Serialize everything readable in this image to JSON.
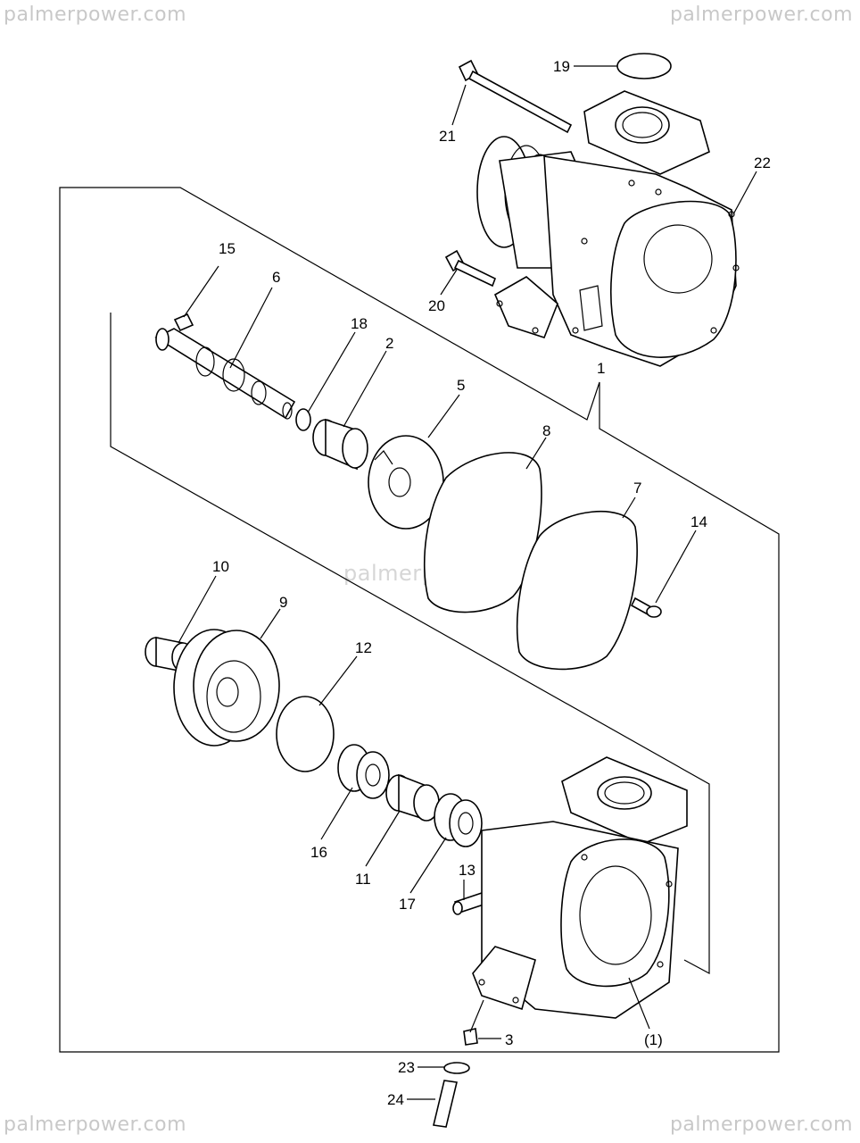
{
  "watermark": "palmerpower.com",
  "callouts": [
    {
      "id": "c19",
      "label": "19"
    },
    {
      "id": "c21",
      "label": "21"
    },
    {
      "id": "c22",
      "label": "22"
    },
    {
      "id": "c15",
      "label": "15"
    },
    {
      "id": "c6",
      "label": "6"
    },
    {
      "id": "c18",
      "label": "18"
    },
    {
      "id": "c2",
      "label": "2"
    },
    {
      "id": "c20",
      "label": "20"
    },
    {
      "id": "c1",
      "label": "1"
    },
    {
      "id": "c5",
      "label": "5"
    },
    {
      "id": "c8",
      "label": "8"
    },
    {
      "id": "c7",
      "label": "7"
    },
    {
      "id": "c14",
      "label": "14"
    },
    {
      "id": "c10",
      "label": "10"
    },
    {
      "id": "c9",
      "label": "9"
    },
    {
      "id": "c12",
      "label": "12"
    },
    {
      "id": "c16",
      "label": "16"
    },
    {
      "id": "c11",
      "label": "11"
    },
    {
      "id": "c17",
      "label": "17"
    },
    {
      "id": "c13",
      "label": "13"
    },
    {
      "id": "c3",
      "label": "3"
    },
    {
      "id": "c1b",
      "label": "(1)"
    },
    {
      "id": "c23",
      "label": "23"
    },
    {
      "id": "c24",
      "label": "24"
    }
  ]
}
